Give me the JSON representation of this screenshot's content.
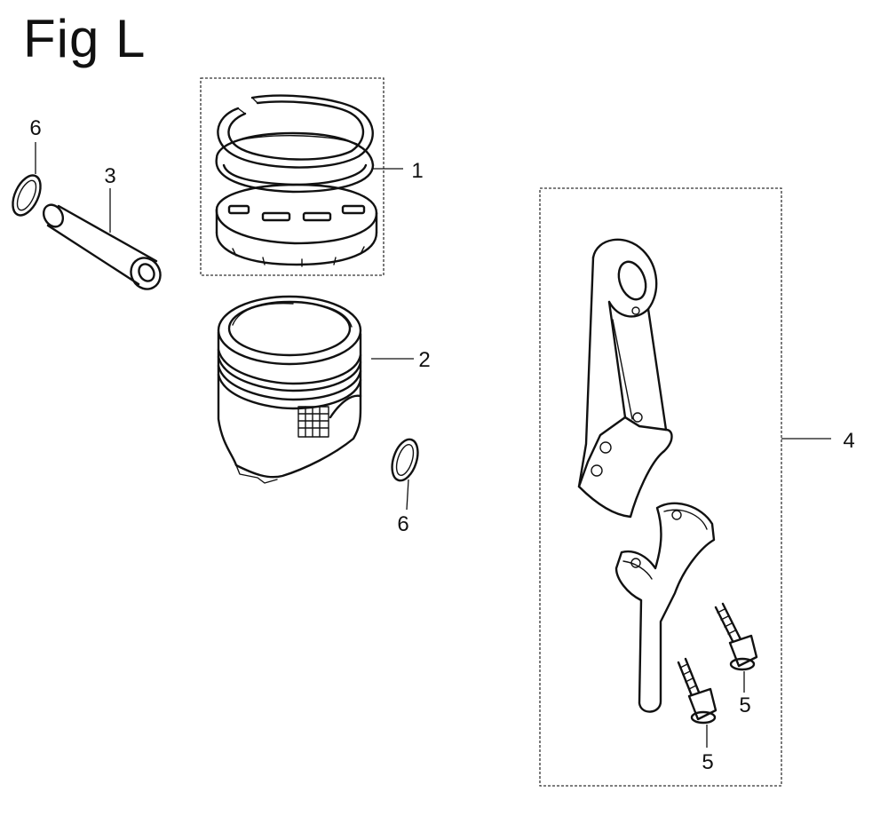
{
  "figure": {
    "title": "Fig L"
  },
  "callouts": {
    "piston_ring_set": "1",
    "piston": "2",
    "piston_pin": "3",
    "connecting_rod_assembly": "4",
    "rod_bolt_a": "5",
    "rod_bolt_b": "5",
    "pin_clip_left": "6",
    "pin_clip_right": "6"
  }
}
